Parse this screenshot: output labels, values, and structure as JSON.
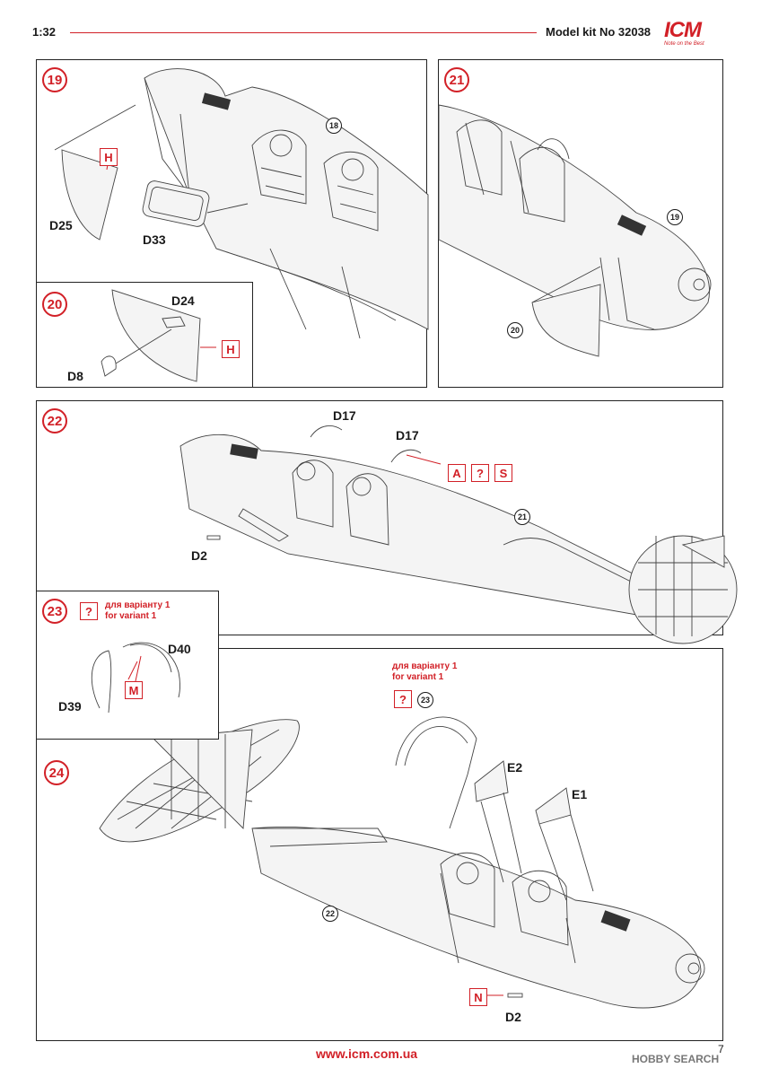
{
  "header": {
    "scale": "1:32",
    "kit": "Model kit No 32038",
    "logo": "ICM",
    "slogan": "Note on the Best"
  },
  "steps": {
    "s19": {
      "num": "19",
      "ref": "18",
      "parts": [
        "D25",
        "D33"
      ],
      "paint": "H"
    },
    "s20": {
      "num": "20",
      "parts": [
        "D24",
        "D8"
      ],
      "paint": "H"
    },
    "s21": {
      "num": "21",
      "ref1": "19",
      "ref2": "20"
    },
    "s22": {
      "num": "22",
      "parts": [
        "D17",
        "D17",
        "D2"
      ],
      "paints": [
        "A",
        "?",
        "S"
      ],
      "ref": "21"
    },
    "s23": {
      "num": "23",
      "query": "?",
      "note_uk": "для варіанту 1",
      "note_en": "for variant 1",
      "parts": [
        "D40",
        "D39"
      ],
      "paint": "M"
    },
    "s24": {
      "num": "24",
      "note_uk": "для варіанту 1",
      "note_en": "for variant 1",
      "query": "?",
      "ref_sub": "23",
      "parts": [
        "E2",
        "E1",
        "D2"
      ],
      "paint": "N",
      "ref": "22"
    }
  },
  "footer": {
    "url": "www.icm.com.ua",
    "page": "7",
    "watermark": "HOBBY SEARCH"
  },
  "colors": {
    "accent": "#d22027",
    "line": "#444444"
  }
}
